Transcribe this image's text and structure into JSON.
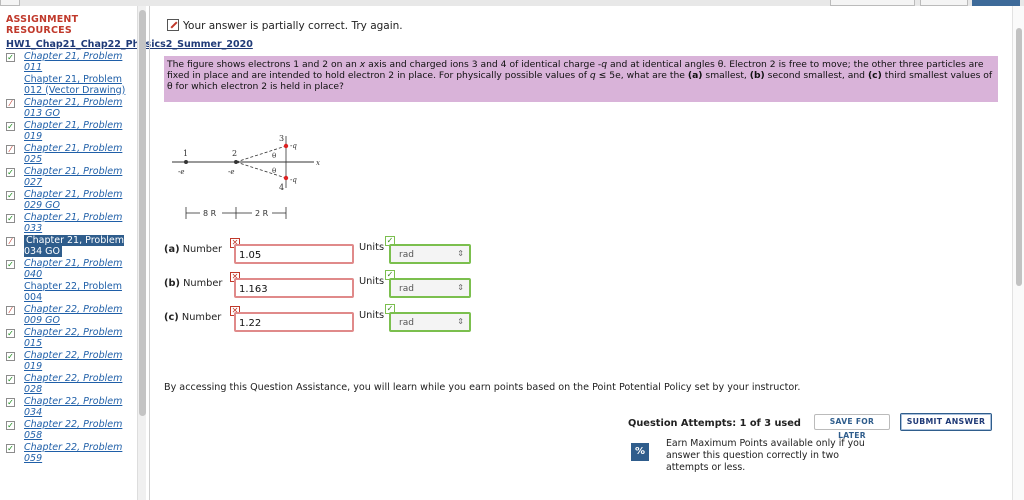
{
  "sidebar": {
    "title_line1": "ASSIGNMENT",
    "title_line2": "RESOURCES",
    "course": "HW1_Chap21_Chap22_Physics2_Summer_2020",
    "items": [
      {
        "label": "Chapter 21, Problem 011",
        "state": "check"
      },
      {
        "label": "Chapter 21, Problem 012 (Vector Drawing)",
        "state": "none"
      },
      {
        "label": "Chapter 21, Problem 013 GO",
        "state": "partial"
      },
      {
        "label": "Chapter 21, Problem 019",
        "state": "check"
      },
      {
        "label": "Chapter 21, Problem 025",
        "state": "partial"
      },
      {
        "label": "Chapter 21, Problem 027",
        "state": "check"
      },
      {
        "label": "Chapter 21, Problem 029 GO",
        "state": "check"
      },
      {
        "label": "Chapter 21, Problem 033",
        "state": "check"
      },
      {
        "label": "Chapter 21, Problem 034 GO",
        "state": "partial"
      },
      {
        "label": "Chapter 21, Problem 040",
        "state": "check"
      },
      {
        "label": "Chapter 22, Problem 004",
        "state": "none"
      },
      {
        "label": "Chapter 22, Problem 009 GO",
        "state": "partial"
      },
      {
        "label": "Chapter 22, Problem 015",
        "state": "check"
      },
      {
        "label": "Chapter 22, Problem 019",
        "state": "check"
      },
      {
        "label": "Chapter 22, Problem 028",
        "state": "check"
      },
      {
        "label": "Chapter 22, Problem 034",
        "state": "check"
      },
      {
        "label": "Chapter 22, Problem 058",
        "state": "check"
      },
      {
        "label": "Chapter 22, Problem 059",
        "state": "check"
      }
    ]
  },
  "status": {
    "message": "Your answer is partially correct.  Try again."
  },
  "question": {
    "part1": "The figure shows electrons 1 and 2 on an ",
    "x1": "x",
    "part2": " axis and charged ions 3 and 4 of identical charge -",
    "q1": "q",
    "part3": " and at identical angles θ. Electron 2 is free to move; the other three particles are fixed in place and are intended to hold electron 2 in place. For physically possible values of ",
    "q2": "q",
    "part4": " ≤ 5e, what are the ",
    "a": "(a)",
    "part5": " smallest, ",
    "b": "(b)",
    "part6": " second smallest, and ",
    "c": "(c)",
    "part7": " third smallest values of θ for which electron 2 is held in place?"
  },
  "figure": {
    "label_1": "1",
    "label_2": "2",
    "label_3": "3",
    "label_4": "4",
    "charge_e1": "-e",
    "charge_e2": "-e",
    "charge_q3": "-q",
    "charge_q4": "-q",
    "theta_top": "θ",
    "theta_bottom": "θ",
    "axis_x": "x",
    "dist_left": "8 R",
    "dist_right": "2 R"
  },
  "answers": [
    {
      "prefix": "(a)",
      "label": "Number",
      "value": "1.05",
      "units_label": "Units",
      "unit": "rad"
    },
    {
      "prefix": "(b)",
      "label": "Number",
      "value": "1.163",
      "units_label": "Units",
      "unit": "rad"
    },
    {
      "prefix": "(c)",
      "label": "Number",
      "value": "1.22",
      "units_label": "Units",
      "unit": "rad"
    }
  ],
  "footer": {
    "assistance": "By accessing this Question Assistance, you will learn while you earn points based on the Point Potential Policy set by your instructor.",
    "attempts": "Question Attempts: 1 of 3 used",
    "save_label": "SAVE FOR LATER",
    "submit_label": "SUBMIT ANSWER",
    "percent_icon": "%",
    "max_points": "Earn Maximum Points available only if you answer this question correctly in two attempts or less."
  }
}
